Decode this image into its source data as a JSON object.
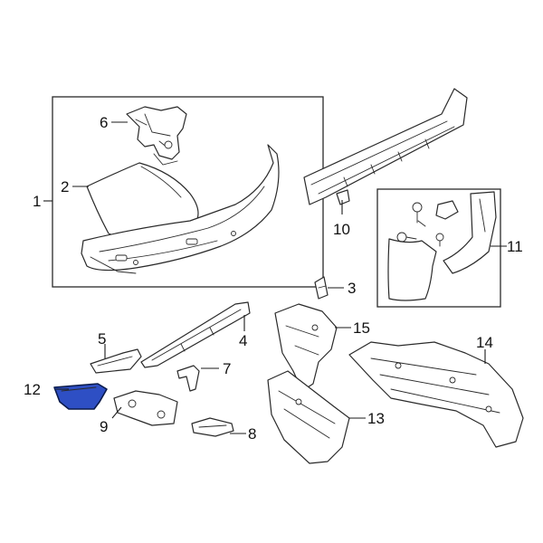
{
  "diagram": {
    "highlight_color": "#2e4fc4",
    "callouts": [
      {
        "id": "1",
        "label": "1"
      },
      {
        "id": "2",
        "label": "2"
      },
      {
        "id": "3",
        "label": "3"
      },
      {
        "id": "4",
        "label": "4"
      },
      {
        "id": "5",
        "label": "5"
      },
      {
        "id": "6",
        "label": "6"
      },
      {
        "id": "7",
        "label": "7"
      },
      {
        "id": "8",
        "label": "8"
      },
      {
        "id": "9",
        "label": "9"
      },
      {
        "id": "10",
        "label": "10"
      },
      {
        "id": "11",
        "label": "11"
      },
      {
        "id": "12",
        "label": "12"
      },
      {
        "id": "13",
        "label": "13"
      },
      {
        "id": "14",
        "label": "14"
      },
      {
        "id": "15",
        "label": "15"
      }
    ]
  }
}
